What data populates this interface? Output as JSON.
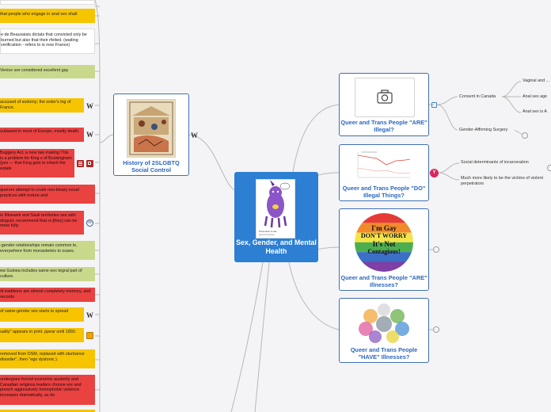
{
  "central": {
    "title": "Sex, Gender, and Mental Health",
    "thumb_caption": "Prevention is Ide..."
  },
  "history_node": {
    "title": "History of 2SLGBTQ Social Control",
    "icon": "wikipedia-icon"
  },
  "notes": [
    {
      "text": "",
      "color": "white"
    },
    {
      "text": "that people who engage in anal sex shall",
      "color": "yellow",
      "icon": "none"
    },
    {
      "text": "e de Beauvaisis dictats that convicted only be burned but also that their rfeited.  (waiting verification - refers to is now France)",
      "color": "white",
      "icon": "none"
    },
    {
      "text": "Venice are considered excellent gay",
      "color": "green",
      "icon": "none"
    },
    {
      "text": "accused of sodomy; the order's ing of France.",
      "color": "yellow",
      "icon": "wikipedia-icon"
    },
    {
      "text": "outlawed in most of Europe, mostly death.",
      "color": "red",
      "icon": "wikipedia-icon"
    },
    {
      "text": "Buggery Act, a new law making This is a problem for King s of Buckingham (yes — that King gets to inherit the estate",
      "color": "red",
      "icon": "menu-icon"
    },
    {
      "text": "querors attempt to crush non-binary exual practices with torture and",
      "color": "red",
      "icon": "none"
    },
    {
      "text": "in Illinewek and Sauk territories ses with disgust, recommend that rs [they] can be more fully",
      "color": "red",
      "icon": "wordpress-icon"
    },
    {
      "text": "-gender relationships remain common le, everywhere from monasteries to ouses.",
      "color": "green",
      "icon": "none"
    },
    {
      "text": "ew Guinea includes same-sex tegral part of culture.",
      "color": "green",
      "icon": "none"
    },
    {
      "text": "rit traditions are almost completely memory, and records",
      "color": "red",
      "icon": "none"
    },
    {
      "text": "of same-gender sex starts to spread",
      "color": "yellow",
      "icon": "wikipedia-icon"
    },
    {
      "text": "uality\" appears in print. ppear until 1892.",
      "color": "yellow",
      "icon": "link-icon"
    },
    {
      "text": "removed from DSM, replaced with sturbance disorder\", then \"ego dystonic ).",
      "color": "yellow",
      "icon": "none"
    },
    {
      "text": "undergoes forced economic austerity and Canadian religious leaders choose ere and preach aggressively homophobic violence increases dramatically, as do",
      "color": "red",
      "icon": "none"
    },
    {
      "text": "",
      "color": "yellow",
      "icon": "none"
    }
  ],
  "right_cards": [
    {
      "title": "Queer and Trans People \"ARE\" Illegal?",
      "thumb": "camera-icon"
    },
    {
      "title": "Queer and Trans People \"DO\" Illegal Things?",
      "thumb": "line-chart"
    },
    {
      "title": "Queer and Trans People \"ARE\" Illnesses?",
      "thumb_lines": [
        "I'm Gay",
        "DON'T WORRY",
        "It's Not",
        "Contagious!"
      ]
    },
    {
      "title": "Queer and Trans People \"HAVE\" Illnesses?",
      "thumb": "venn-diagram"
    }
  ],
  "branches": {
    "consent": "Consent in Canada",
    "consent_items": [
      "Vaginal and ...",
      "Anal sex age",
      "Anal sex is A"
    ],
    "gender_affirming": "Gender-Affirming Surgery",
    "social_det": "Social determinants of incarceration",
    "victims": "Much more likely to be the victims of violent perpetrators"
  },
  "colors": {
    "accent": "#2d7fd4",
    "card_border": "#3f6fb4",
    "card_text": "#2a66c0",
    "yellow": "#f7c400",
    "red": "#ea4141",
    "green": "#c9d98b"
  }
}
